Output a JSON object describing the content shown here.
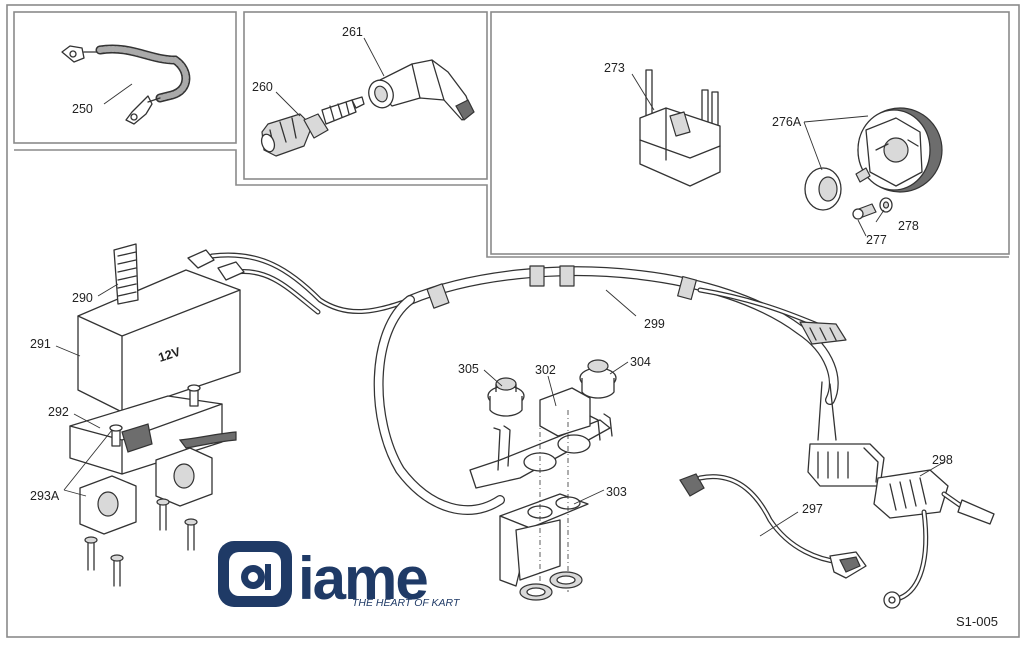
{
  "parts": [
    {
      "id": "p250",
      "label": "250"
    },
    {
      "id": "p261",
      "label": "261"
    },
    {
      "id": "p260",
      "label": "260"
    },
    {
      "id": "p273",
      "label": "273"
    },
    {
      "id": "p276a",
      "label": "276A"
    },
    {
      "id": "p278",
      "label": "278"
    },
    {
      "id": "p277",
      "label": "277"
    },
    {
      "id": "p290",
      "label": "290"
    },
    {
      "id": "p291",
      "label": "291"
    },
    {
      "id": "p292",
      "label": "292"
    },
    {
      "id": "p293a",
      "label": "293A"
    },
    {
      "id": "p299",
      "label": "299"
    },
    {
      "id": "p305",
      "label": "305"
    },
    {
      "id": "p302",
      "label": "302"
    },
    {
      "id": "p304",
      "label": "304"
    },
    {
      "id": "p303",
      "label": "303"
    },
    {
      "id": "p297",
      "label": "297"
    },
    {
      "id": "p298",
      "label": "298"
    }
  ],
  "battery_text": "12V",
  "logo": {
    "brand": "iame",
    "tagline": "THE HEART OF KART",
    "color": "#1f3a66"
  },
  "drawing_code": "S1-005"
}
